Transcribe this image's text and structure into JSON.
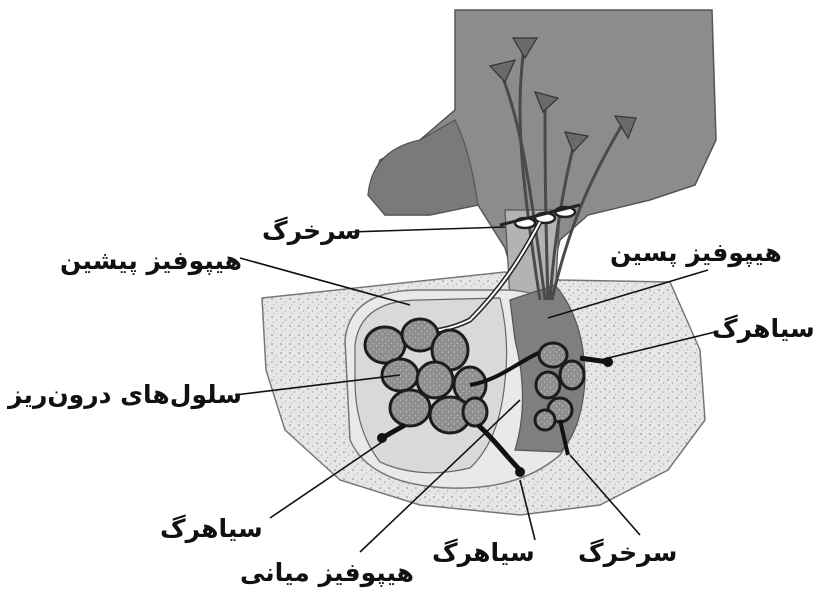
{
  "labels": {
    "artery_top": "سرخرگ",
    "anterior_pituitary": "هیپوفیز پیشین",
    "posterior_pituitary": "هیپوفیز پسین",
    "vein_right": "سیاهرگ",
    "endocrine_cells": "سلول‌های درون‌ریز",
    "vein_bottom_left": "سیاهرگ",
    "middle_pituitary": "هیپوفیز میانی",
    "vein_bottom_center": "سیاهرگ",
    "artery_bottom": "سرخرگ"
  },
  "colors": {
    "hypothalamus": "#8a8a8a",
    "bone": "#e4e4e4",
    "anterior_lobe": "#dcdcdc",
    "posterior_lobe": "#7d7d7d",
    "vessel": "#2b2b2b",
    "label_text": "#111111"
  }
}
